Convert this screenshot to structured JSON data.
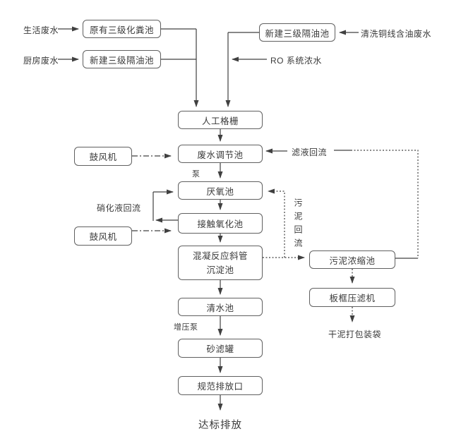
{
  "diagram": {
    "nodes": {
      "primary_septic": "原有三级化粪池",
      "oil_separator_left": "新建三级隔油池",
      "oil_separator_right": "新建三级隔油池",
      "manual_grille": "人工格栅",
      "regulating_tank": "废水调节池",
      "blower1": "鼓风机",
      "anaerobic_tank": "厌氧池",
      "contact_oxidation": "接触氧化池",
      "blower2": "鼓风机",
      "coagulation_sedimentation": "混凝反应斜管沉淀池",
      "clear_water_tank": "清水池",
      "sand_filter": "砂滤罐",
      "discharge_outlet": "规范排放口",
      "sludge_thickener": "污泥浓缩池",
      "filter_press": "板框压滤机"
    },
    "labels": {
      "domestic_wastewater": "生活废水",
      "kitchen_wastewater": "厨房废水",
      "copper_wire_wastewater": "清洗铜线含油废水",
      "ro_concentrate": "RO 系统浓水",
      "filtrate_reflux": "滤液回流",
      "pump": "泵",
      "nitrification_reflux": "硝化液回流",
      "sludge_reflux": "污泥回流",
      "booster_pump": "增压泵",
      "dry_sludge_bagging": "干泥打包装袋",
      "final_discharge": "达标排放"
    },
    "colors": {
      "line": "#404040",
      "box_border": "#606060",
      "text": "#3a3a3a",
      "background": "#ffffff"
    }
  }
}
